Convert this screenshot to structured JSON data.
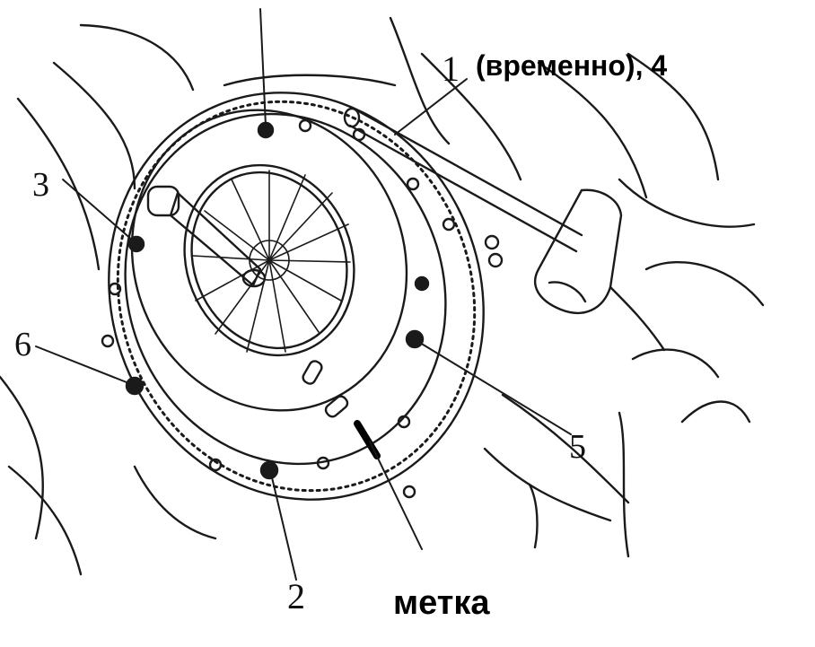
{
  "callouts": {
    "c1_prefix": "1",
    "c1_note": "(временно), 4",
    "c2": "2",
    "c3": "3",
    "c5": "5",
    "c6": "6",
    "mark": "метка"
  },
  "colors": {
    "ink": "#1a1a1a",
    "background": "#ffffff"
  }
}
